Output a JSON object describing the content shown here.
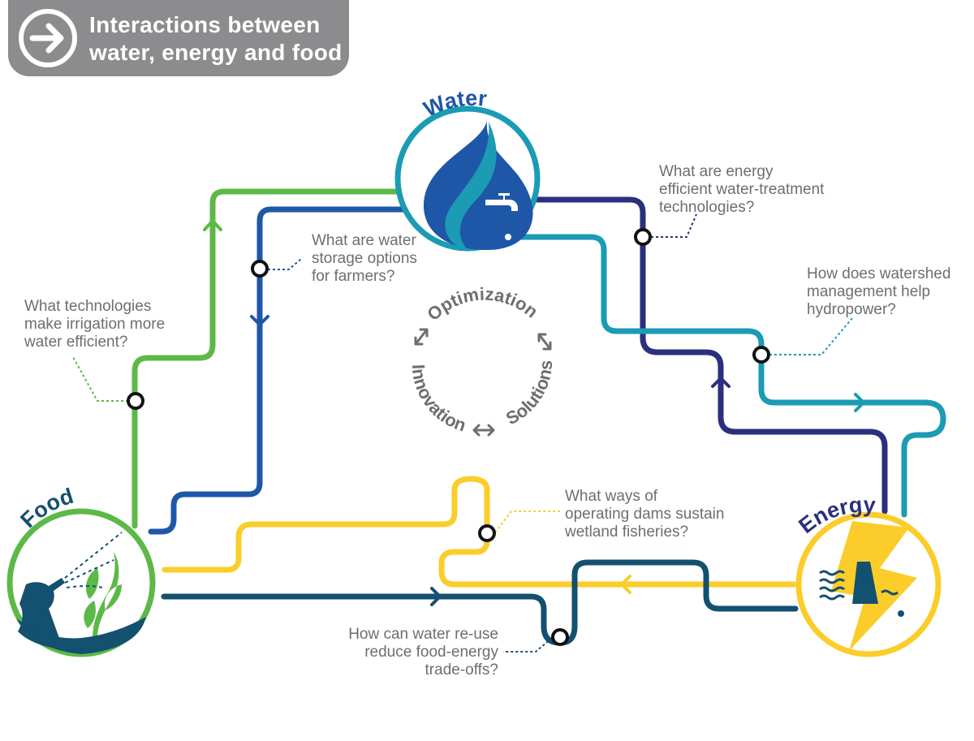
{
  "header": {
    "title_line1": "Interactions between",
    "title_line2": "water, energy and food",
    "icon": "arrow-right-circle-icon"
  },
  "nodes": {
    "water": "Water",
    "food": "Food",
    "energy": "Energy"
  },
  "cycle": {
    "top": "Optimization",
    "right": "Solutions",
    "left": "Innovation"
  },
  "questions": {
    "irrigation": [
      "What technologies",
      "make irrigation more",
      "water efficient?"
    ],
    "storage": [
      "What are water",
      "storage options",
      "for farmers?"
    ],
    "treatment": [
      "What are energy",
      "efficient water-treatment",
      "technologies?"
    ],
    "watershed": [
      "How does watershed",
      "management help",
      "hydropower?"
    ],
    "dams": [
      "What ways of",
      "operating dams sustain",
      "wetland fisheries?"
    ],
    "reuse": [
      "How can water re-use",
      "reduce food-energy",
      "trade-offs?"
    ]
  },
  "colors": {
    "green": "#5db947",
    "blue": "#1f57a8",
    "navy": "#2a2f7e",
    "teal": "#1b9bb4",
    "yellow": "#fbcd2a",
    "darkteal": "#14506f",
    "gray": "#6d6e71"
  }
}
